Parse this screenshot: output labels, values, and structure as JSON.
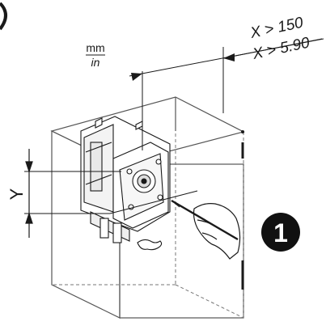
{
  "dimension": {
    "x_metric": "X > 150",
    "x_imperial": "X > 5.90",
    "units_top": "mm",
    "units_bottom": "in",
    "y_label": "Y"
  },
  "step": {
    "number": "1"
  },
  "colors": {
    "ink": "#1a1a1a",
    "cabinet_edge": "#555555",
    "hidden_edge": "#777777",
    "background": "#ffffff"
  }
}
